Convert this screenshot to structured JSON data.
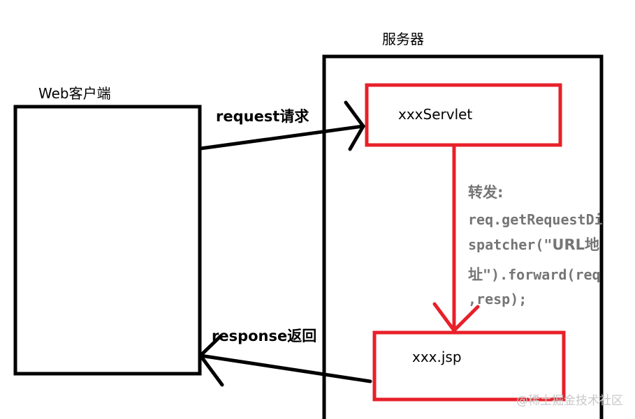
{
  "server": {
    "title": "服务器",
    "servlet_label": "xxxServlet",
    "jsp_label": "xxx.jsp"
  },
  "client": {
    "title": "Web客户端"
  },
  "request": {
    "label": "request请求"
  },
  "response": {
    "label": "response返回"
  },
  "forward": {
    "heading": "转发:",
    "line1": "req.getRequestDi",
    "line2_code": "spatcher(\"",
    "line2_cjk": "URL地",
    "line3_cjk": "址",
    "line3_code": "\").forward(req",
    "line4": ",resp);"
  },
  "watermark": {
    "text": "@稀土掘金技术社区"
  },
  "colors": {
    "outline": "#000000",
    "highlight": "#e8202a",
    "code_text": "#757575",
    "watermark": "#c8c8c8"
  }
}
